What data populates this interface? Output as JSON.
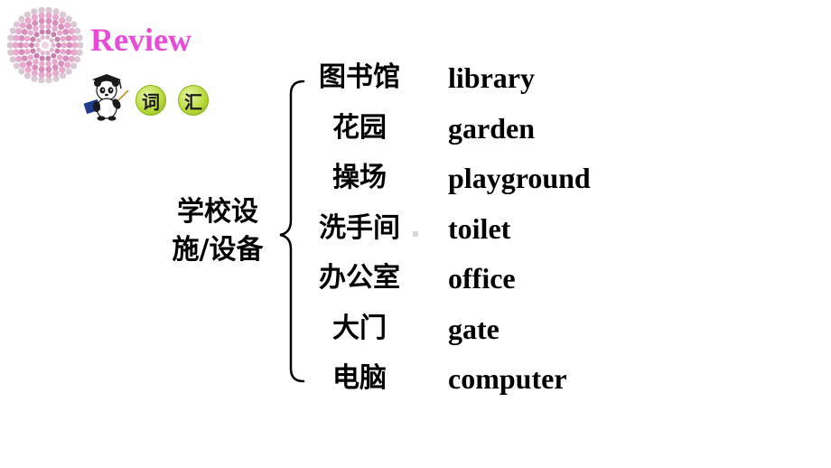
{
  "header": {
    "title": "Review",
    "badges": [
      "词",
      "汇"
    ]
  },
  "category": {
    "line1": "学校设",
    "line2": "施/设备"
  },
  "vocab": [
    {
      "cn": "图书馆",
      "en": "library"
    },
    {
      "cn": "花园",
      "en": "garden"
    },
    {
      "cn": "操场",
      "en": "playground"
    },
    {
      "cn": "洗手间",
      "en": "toilet"
    },
    {
      "cn": "办公室",
      "en": "office"
    },
    {
      "cn": "大门",
      "en": "gate"
    },
    {
      "cn": "电脑",
      "en": "computer"
    }
  ],
  "colors": {
    "title": "#e84bd6",
    "badge": "#b8da3a",
    "text": "#000000"
  }
}
